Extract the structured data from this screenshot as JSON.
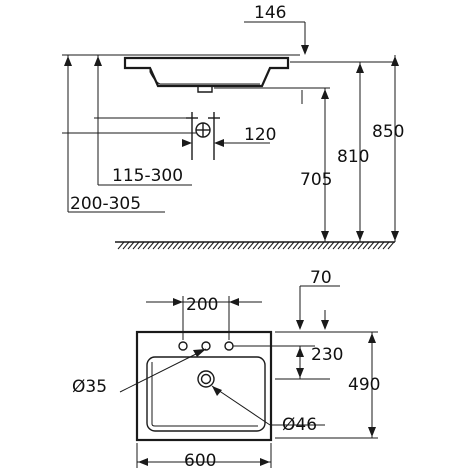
{
  "side_view": {
    "dimensions": {
      "top_offset": "146",
      "tap_spacing": "120",
      "wall_range_a": "115-300",
      "wall_range_b": "200-305",
      "height_basin": "705",
      "height_mid": "810",
      "height_total": "850"
    }
  },
  "top_view": {
    "dimensions": {
      "tap_hole_spacing": "200",
      "edge_offset": "70",
      "basin_depth": "230",
      "total_depth": "490",
      "tap_hole_diameter": "Ø35",
      "drain_diameter": "Ø46",
      "total_width": "600"
    }
  }
}
